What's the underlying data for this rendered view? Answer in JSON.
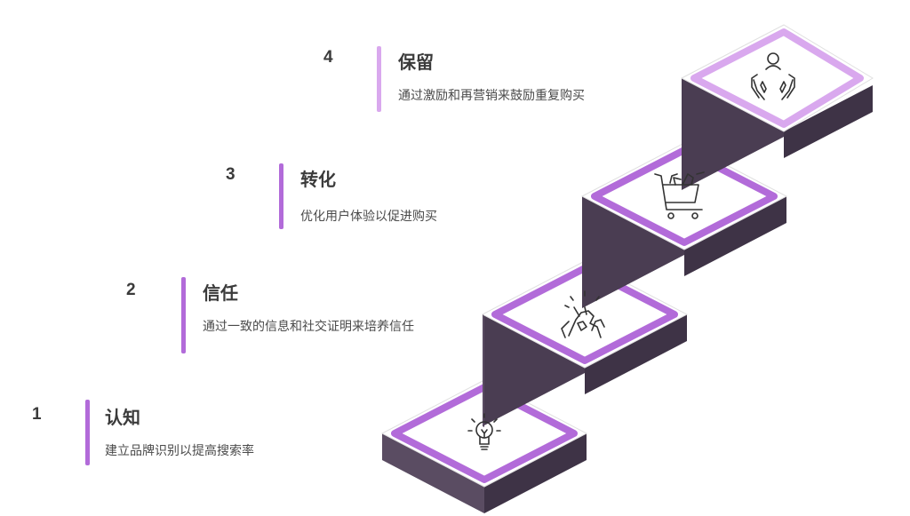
{
  "colors": {
    "purple": "#b26bd9",
    "purple_light": "#d9a8ee",
    "dark": "#4a3d52",
    "dark_side": "#3e3346",
    "text": "#3b3b3b"
  },
  "steps": [
    {
      "number": "1",
      "title": "认知",
      "description": "建立品牌识别以提高搜索率",
      "icon": "lightbulb-icon"
    },
    {
      "number": "2",
      "title": "信任",
      "description": "通过一致的信息和社交证明来培养信任",
      "icon": "handshake-icon"
    },
    {
      "number": "3",
      "title": "转化",
      "description": "优化用户体验以促进购买",
      "icon": "shopping-cart-icon"
    },
    {
      "number": "4",
      "title": "保留",
      "description": "通过激励和再营销来鼓励重复购买",
      "icon": "caring-hands-icon"
    }
  ]
}
